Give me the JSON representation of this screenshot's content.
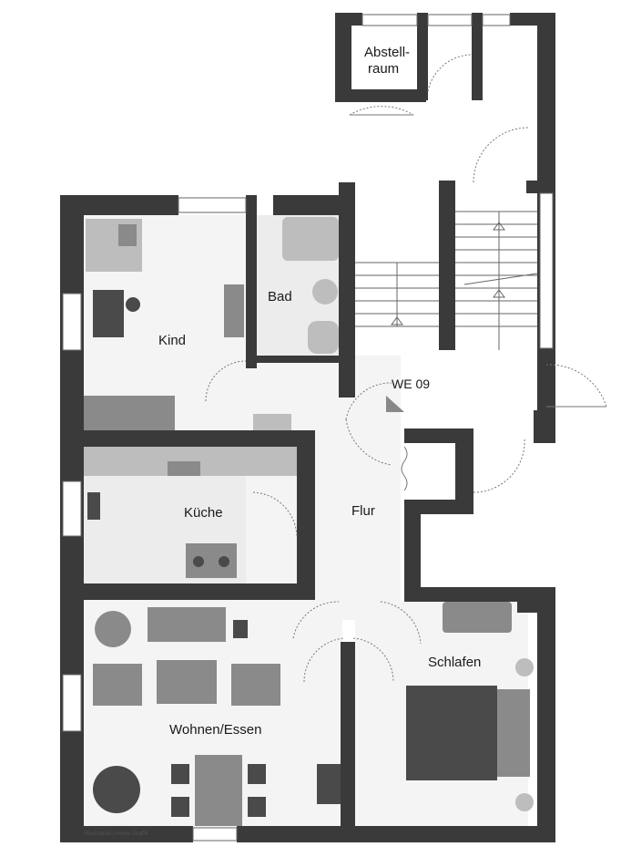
{
  "rooms": {
    "abstellraum_line1": "Abstell-",
    "abstellraum_line2": "raum",
    "bad": "Bad",
    "kind": "Kind",
    "kueche": "Küche",
    "flur": "Flur",
    "schlafen": "Schlafen",
    "wohnen": "Wohnen/Essen"
  },
  "unit": "WE 09",
  "credit": "Illustration Immo Grafik",
  "colors": {
    "wall": "#3a3a3a",
    "floor": "#f4f4f4",
    "tile": "#ececec"
  }
}
